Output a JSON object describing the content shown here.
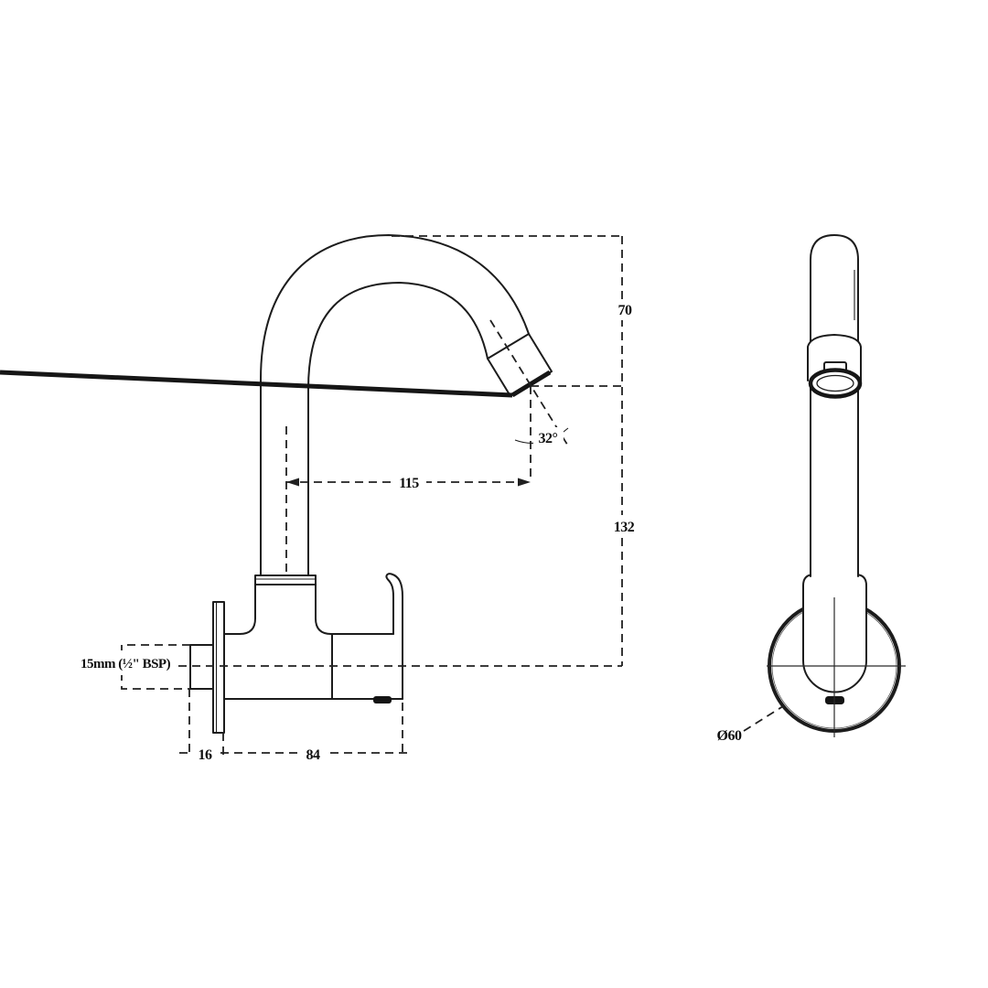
{
  "page": {
    "background": "#ffffff",
    "line_color": "#1c1c1c"
  },
  "dimensions": {
    "spout_height": "70",
    "total_height": "132",
    "spout_reach": "115",
    "spout_angle": "32°",
    "wall_plate_depth": "16",
    "body_length": "84",
    "inlet_size": "15mm (½\" BSP)",
    "flange_diameter": "Ø60"
  }
}
